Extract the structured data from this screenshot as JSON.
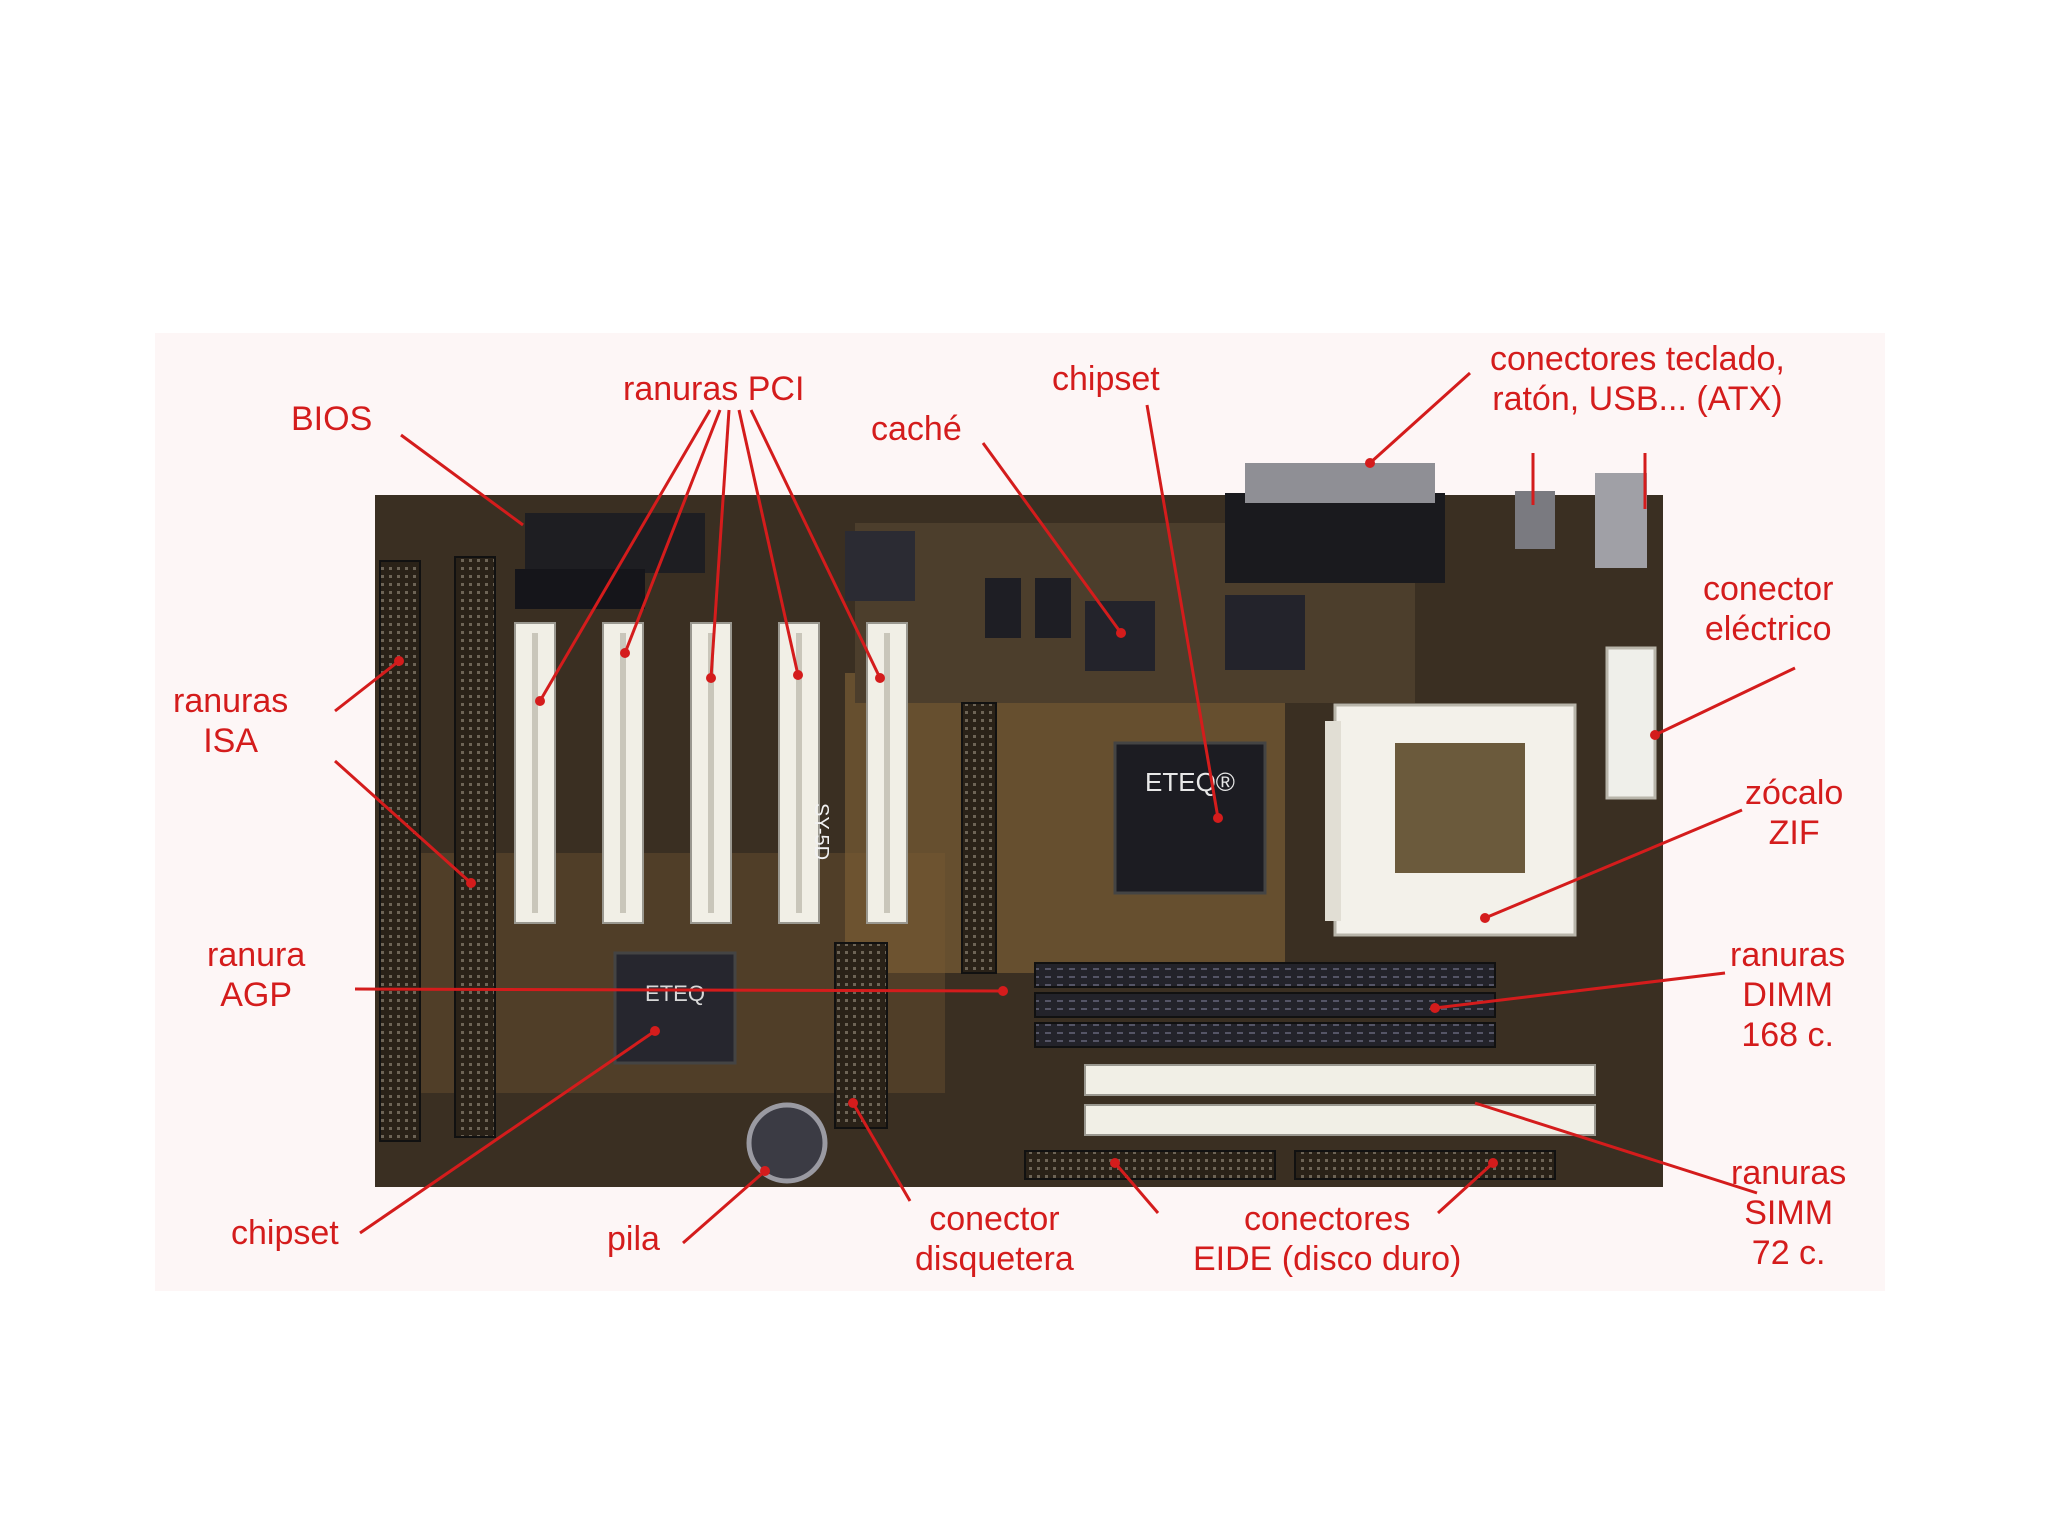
{
  "colors": {
    "label": "#d41c1c",
    "pcb": "#3a2f22",
    "slot_white": "#f1efe6",
    "pcb_trace": "#8a6a3a"
  },
  "board_text": {
    "northbridge_brand": "ETEQ®",
    "southbridge_brand": "ETEQ",
    "board_silk": "SY-5D"
  },
  "labels": {
    "bios": "BIOS",
    "pci": "ranuras PCI",
    "chipset_top": "chipset",
    "cache": "caché",
    "atx_line1": "conectores teclado,",
    "atx_line2": "ratón, USB... (ATX)",
    "power_line1": "conector",
    "power_line2": "eléctrico",
    "isa_line1": "ranuras",
    "isa_line2": "ISA",
    "zif_line1": "zócalo",
    "zif_line2": "ZIF",
    "agp_line1": "ranura",
    "agp_line2": "AGP",
    "dimm_line1": "ranuras",
    "dimm_line2": "DIMM",
    "dimm_line3": "168 c.",
    "chipset_bottom": "chipset",
    "battery": "pila",
    "floppy_line1": "conector",
    "floppy_line2": "disquetera",
    "eide_line1": "conectores",
    "eide_line2": "EIDE (disco duro)",
    "simm_line1": "ranuras",
    "simm_line2": "SIMM",
    "simm_line3": "72 c."
  }
}
